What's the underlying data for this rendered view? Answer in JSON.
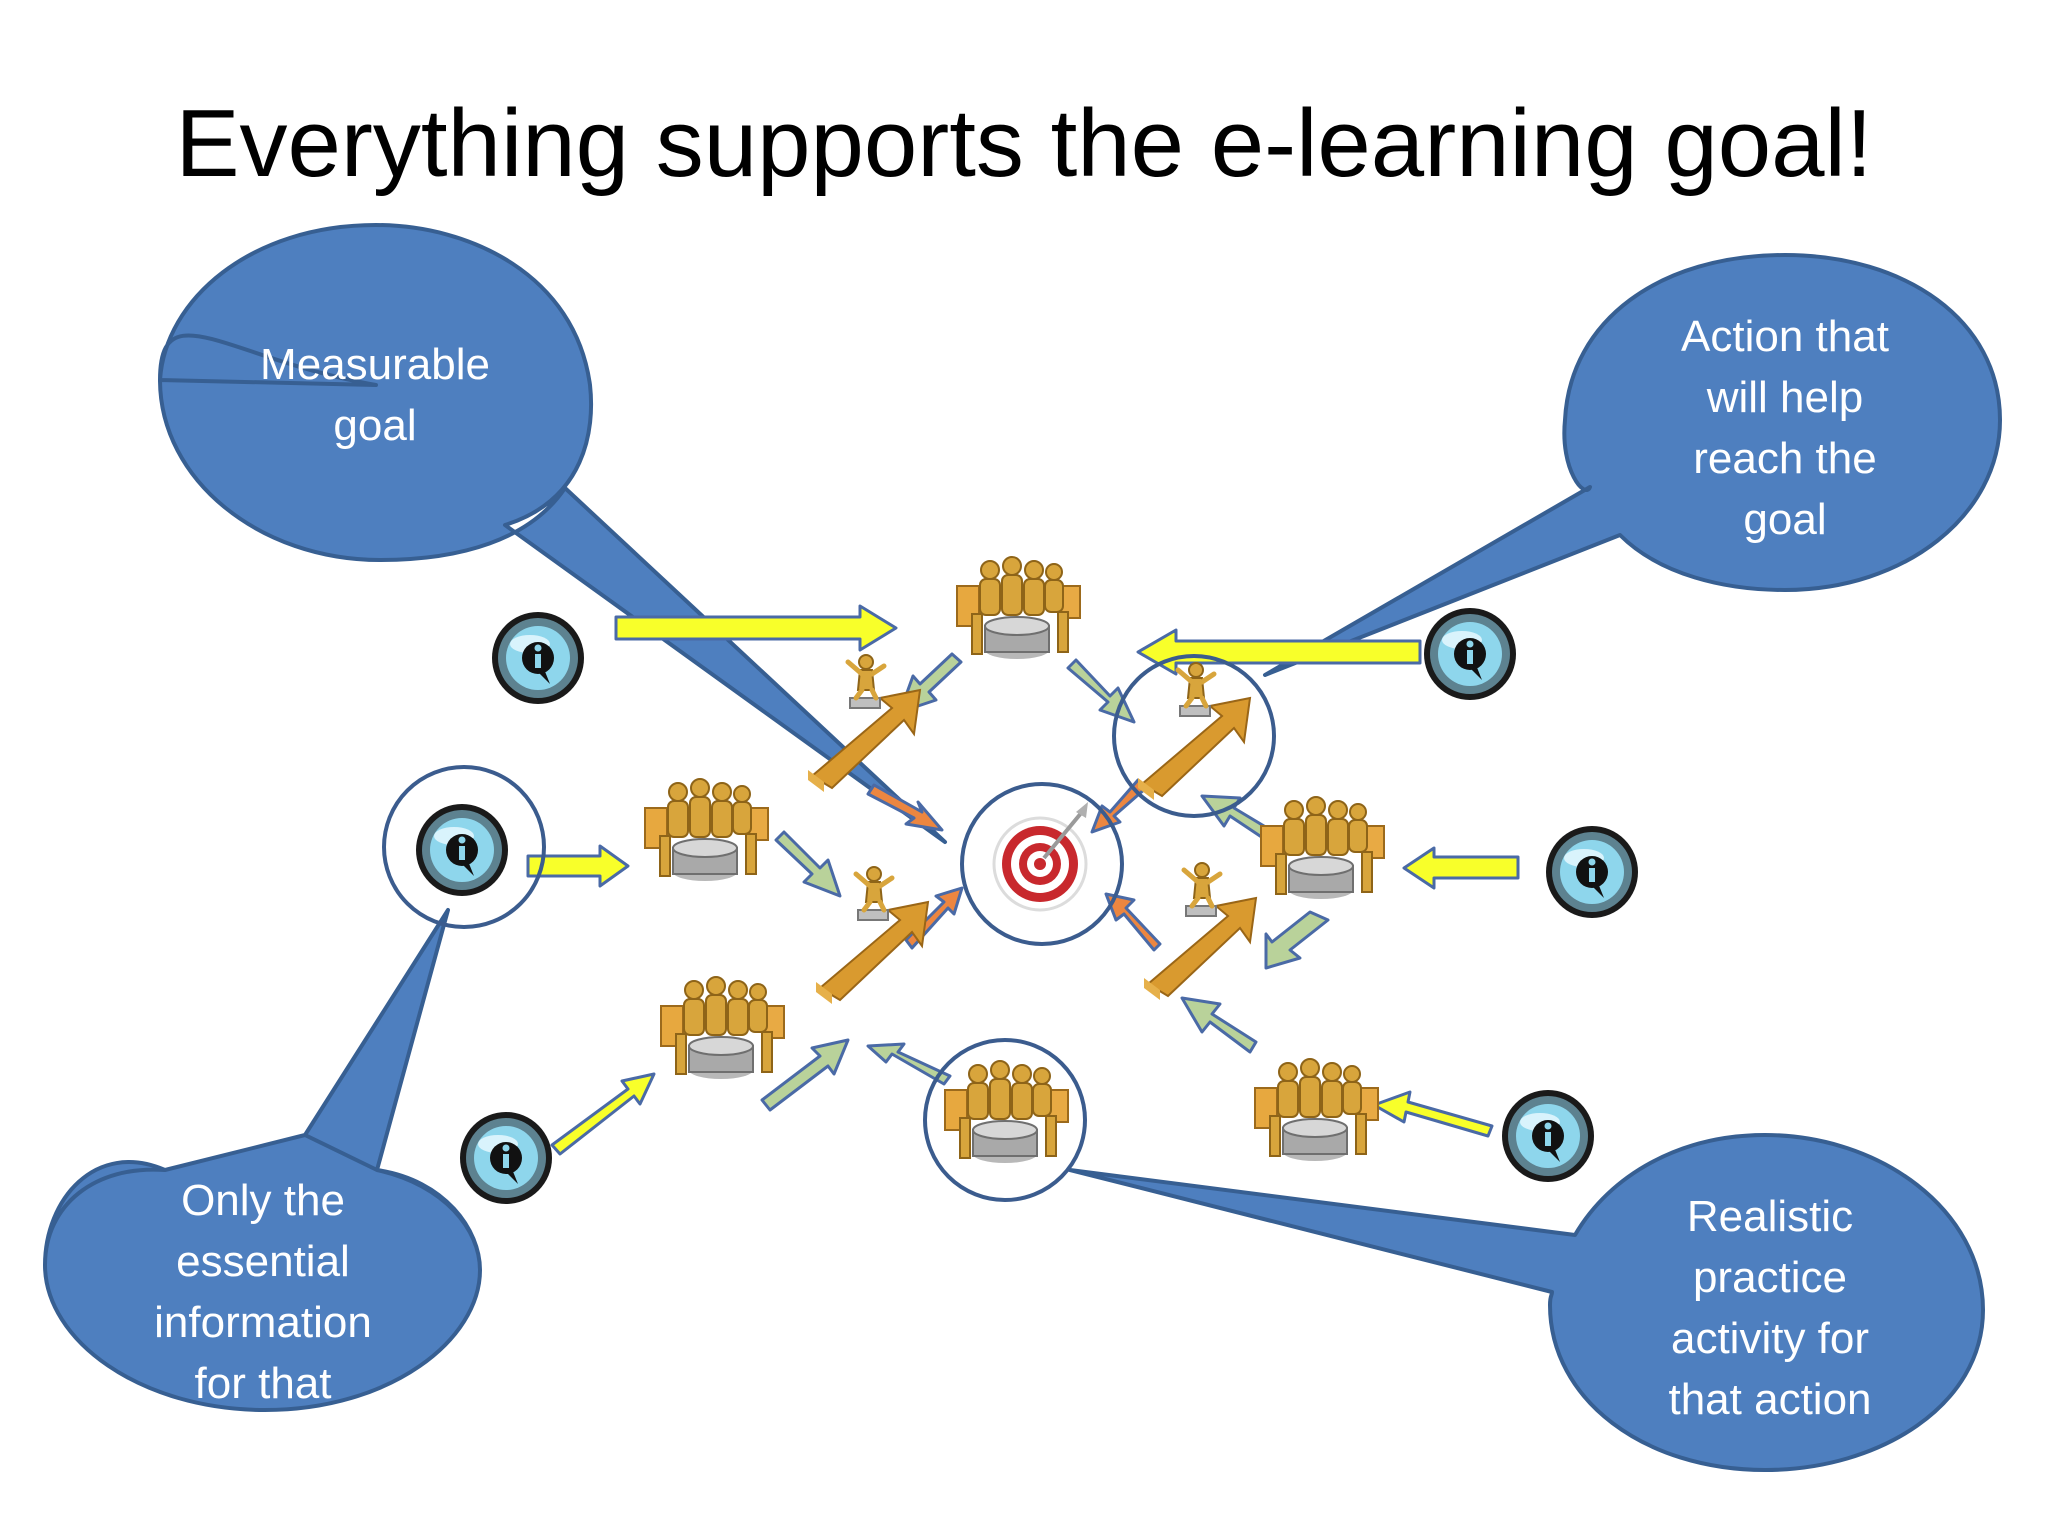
{
  "slide": {
    "title": "Everything supports the e-learning goal!"
  },
  "callouts": {
    "measurable": "Measurable\ngoal",
    "action": "Action that\nwill help\nreach the\ngoal",
    "essential": "Only the\nessential\ninformation\nfor that\nactivity",
    "practice": "Realistic\npractice\nactivity for\nthat action"
  },
  "icons": {
    "goal": "target-icon",
    "action": "person-on-rising-arrow-icon",
    "practice": "team-meeting-icon",
    "information": "info-bubble-icon"
  },
  "colors": {
    "callout_fill": "#4e7fbf",
    "callout_stroke": "#375f92",
    "information_arrow": "#f8ff2a",
    "practice_arrow": "#b9d29a",
    "action_arrow": "#ec8640",
    "highlight_circle": "#3b5c8e",
    "target_red": "#c8282d"
  }
}
